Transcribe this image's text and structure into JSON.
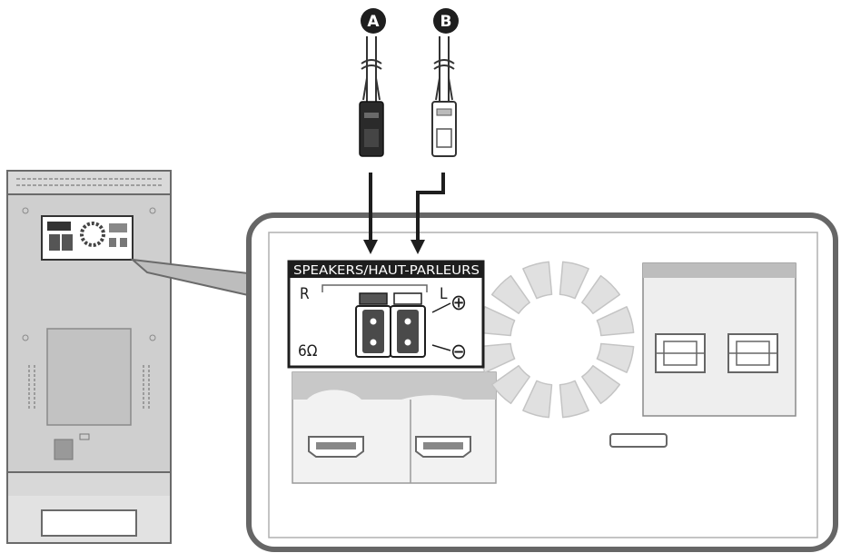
{
  "callouts": [
    {
      "id": "A",
      "label": "A"
    },
    {
      "id": "B",
      "label": "B"
    }
  ],
  "panel": {
    "header": "SPEAKERS/HAUT-PARLEURS",
    "right_label": "R",
    "left_label": "L",
    "impedance": "6Ω",
    "plus_symbol": "⊕",
    "minus_symbol": "⊖"
  },
  "colors": {
    "outline": "#555555",
    "dark": "#1e1e1e",
    "unit_fill": "#d0d0d0",
    "light_fill": "#e6e6e6",
    "mid_fill": "#bdbdbd"
  }
}
